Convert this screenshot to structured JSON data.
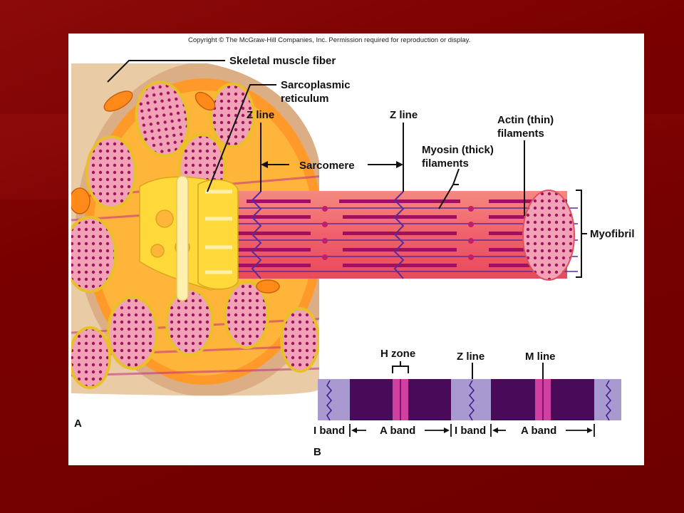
{
  "copyright": "Copyright © The McGraw-Hill Companies, Inc. Permission required for reproduction or display.",
  "panel_a": {
    "tag": "A",
    "labels": {
      "fiber": "Skeletal muscle fiber",
      "sr_line1": "Sarcoplasmic",
      "sr_line2": "reticulum",
      "zline_left": "Z line",
      "zline_right": "Z line",
      "sarcomere": "Sarcomere",
      "myosin_line1": "Myosin (thick)",
      "myosin_line2": "filaments",
      "actin_line1": "Actin (thin)",
      "actin_line2": "filaments",
      "myofibril": "Myofibril"
    }
  },
  "panel_b": {
    "tag": "B",
    "labels": {
      "hzone": "H zone",
      "zline": "Z line",
      "mline": "M line",
      "iband1": "I band",
      "aband1": "A band",
      "iband2": "I band",
      "aband2": "A band"
    }
  },
  "colors": {
    "slide_background": "#7a0000",
    "myofibril": "#f06a78",
    "sarcoplasmic_reticulum": "#ffd83a",
    "a_band": "#4a0a5a",
    "i_band": "#a89ad0",
    "h_zone": "#d040a0"
  }
}
